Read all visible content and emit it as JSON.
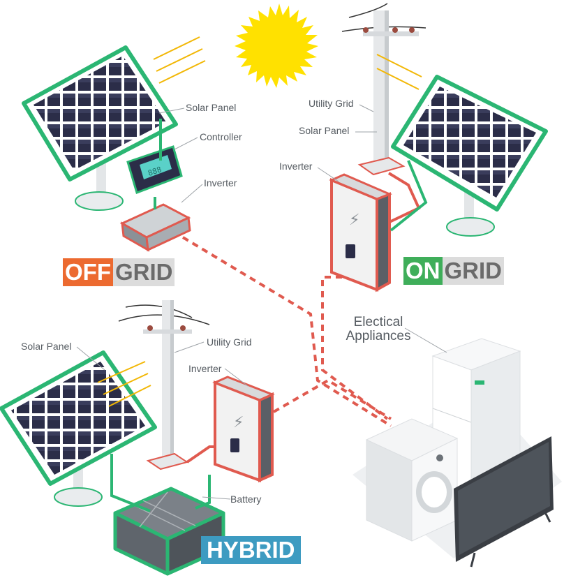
{
  "labels": {
    "off_solar_panel": "Solar Panel",
    "off_controller": "Controller",
    "off_inverter": "Inverter",
    "on_utility_grid": "Utility Grid",
    "on_solar_panel": "Solar Panel",
    "on_inverter": "Inverter",
    "hy_solar_panel": "Solar Panel",
    "hy_utility_grid": "Utility Grid",
    "hy_inverter": "Inverter",
    "hy_battery": "Battery",
    "appliances_line1": "Electical",
    "appliances_line2": "Appliances"
  },
  "badges": {
    "offgrid_a": "OFF",
    "offgrid_b": "GRID",
    "ongrid_a": "ON",
    "ongrid_b": "GRID",
    "hybrid": "HYBRID"
  },
  "controller_display": "888",
  "colors": {
    "off_accent": "#ec6a30",
    "on_accent": "#3fae5a",
    "hybrid_accent": "#3d9bc1",
    "wire_green": "#2bb673",
    "wire_red": "#e05a4f",
    "panel_cell": "#2b2d48",
    "sun": "#ffe100"
  }
}
